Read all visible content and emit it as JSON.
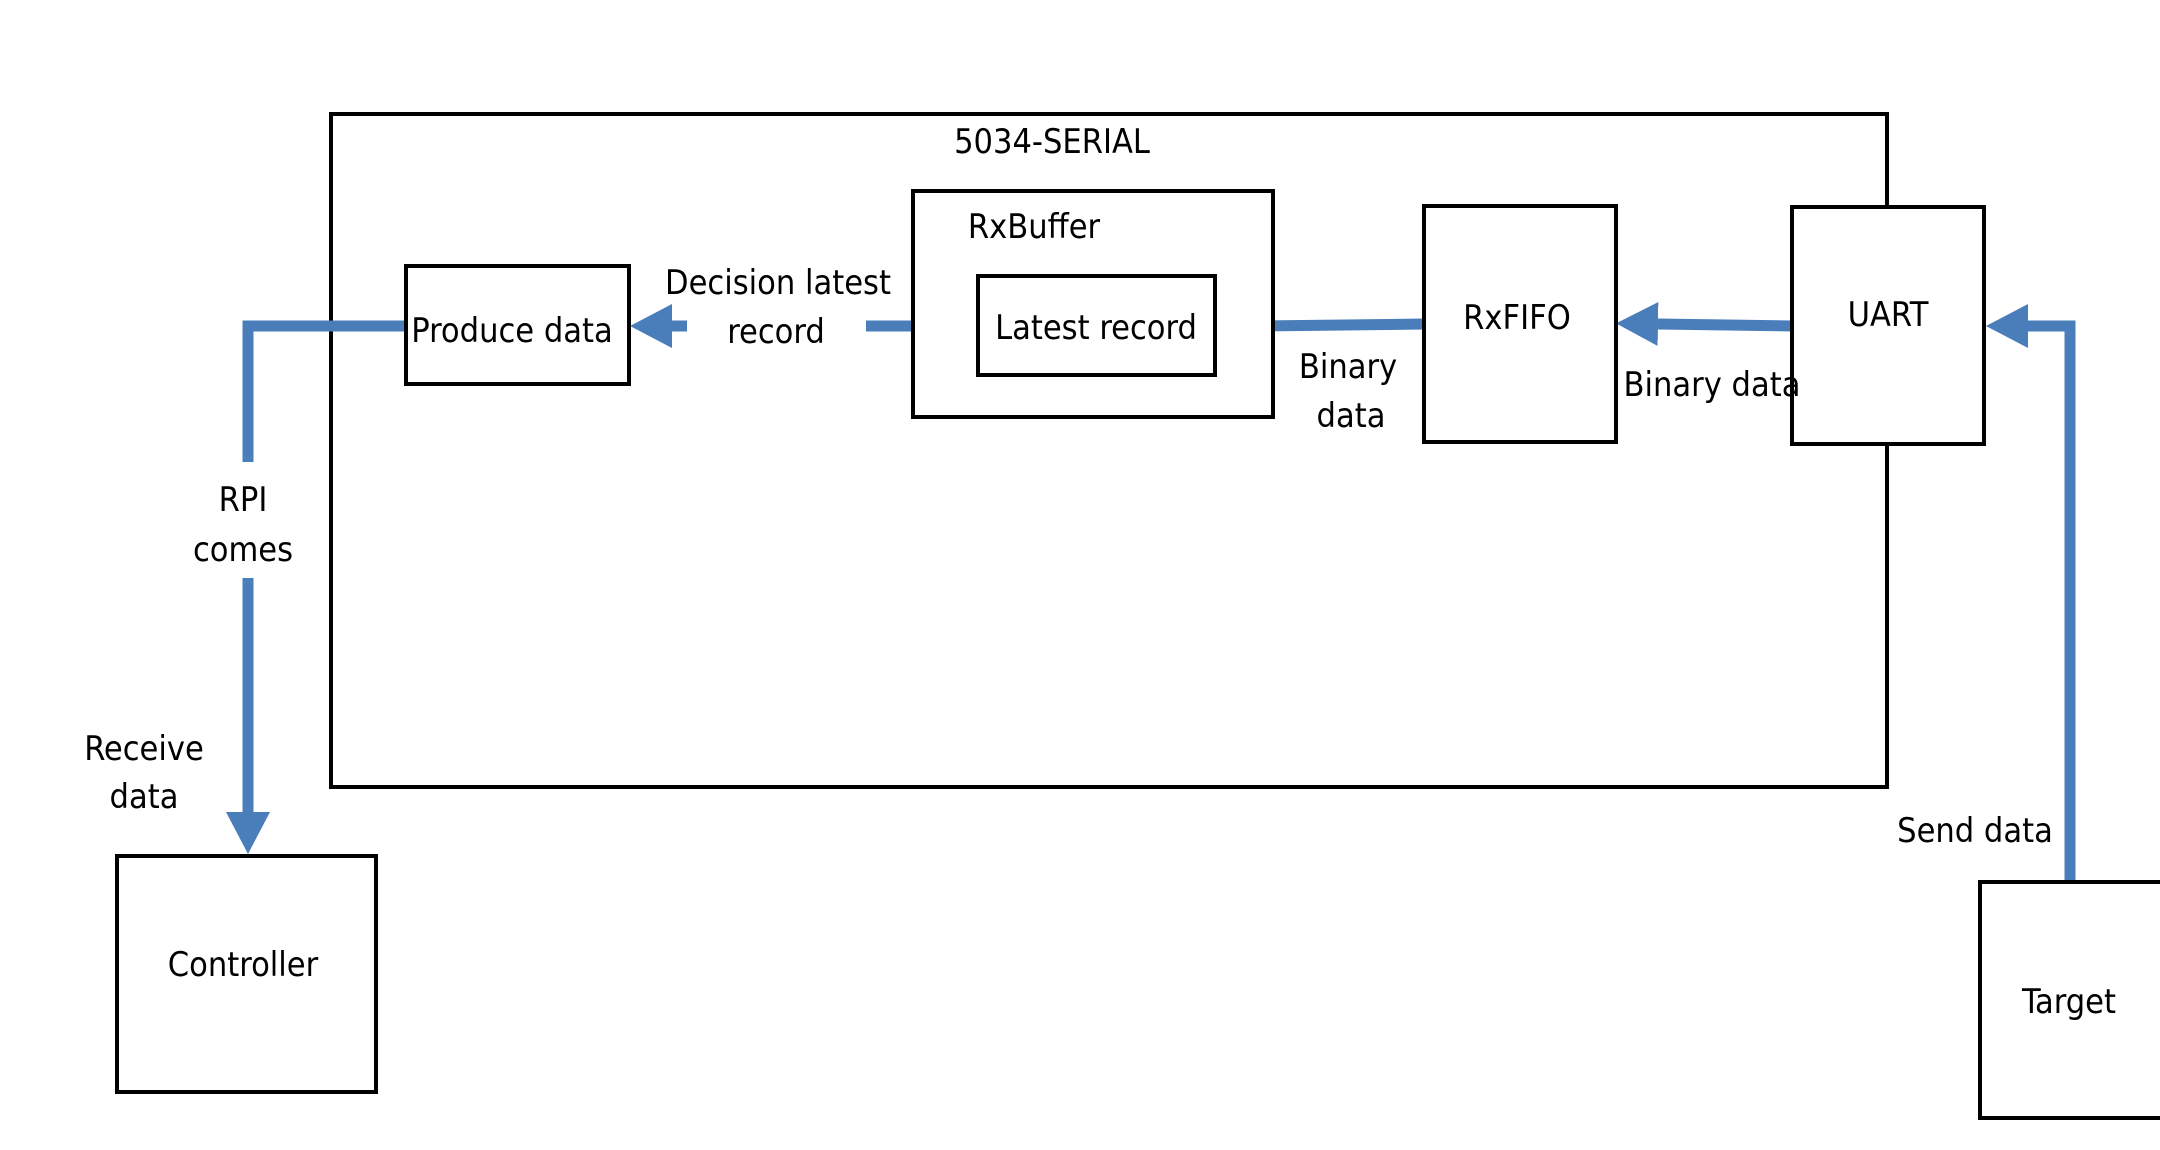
{
  "colors": {
    "arrow": "#4a7ebb",
    "box_border": "#000000",
    "background": "#ffffff"
  },
  "container": {
    "title": "5034-SERIAL"
  },
  "nodes": {
    "produce_data": "Produce data",
    "rxbuffer": "RxBuffer",
    "latest_record": "Latest record",
    "rxfifo": "RxFIFO",
    "uart": "UART",
    "controller": "Controller",
    "target": "Target"
  },
  "edges": {
    "decision_latest_record": [
      "Decision latest",
      "record"
    ],
    "binary_data_fifo": [
      "Binary",
      "data"
    ],
    "binary_data_uart": "Binary data",
    "rpi_comes": [
      "RPI",
      "comes"
    ],
    "receive_data": [
      "Receive",
      "data"
    ],
    "send_data": "Send data"
  }
}
